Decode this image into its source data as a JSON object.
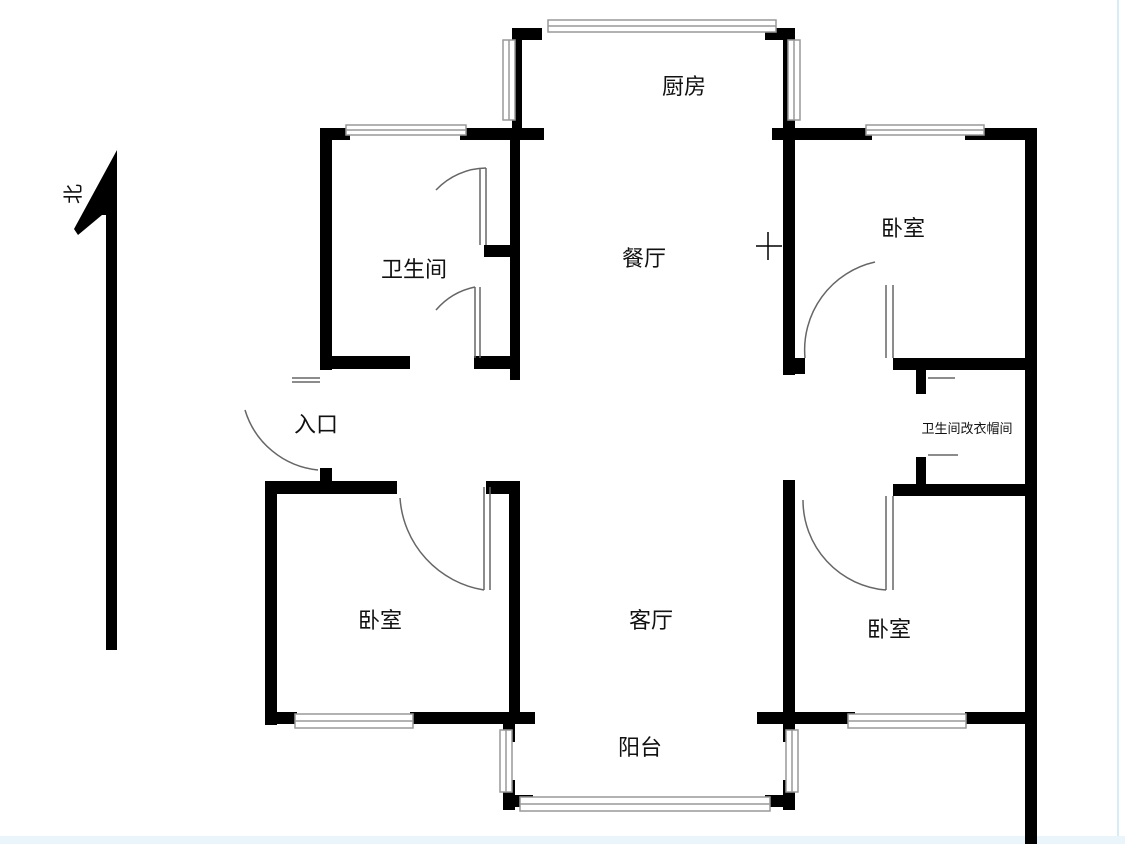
{
  "compass": {
    "label": "北",
    "icon": "north-arrow-icon"
  },
  "rooms": {
    "kitchen": "厨房",
    "dining": "餐厅",
    "bathroom": "卫生间",
    "bedroom_ne": "卧室",
    "entrance": "入口",
    "closet": "卫生间改衣帽间",
    "bedroom_sw": "卧室",
    "living": "客厅",
    "bedroom_se": "卧室",
    "balcony": "阳台"
  },
  "colors": {
    "wall": "#000000",
    "window": "#9a9a9a",
    "background": "#ffffff",
    "bottom_strip": "#eaf4fb"
  }
}
